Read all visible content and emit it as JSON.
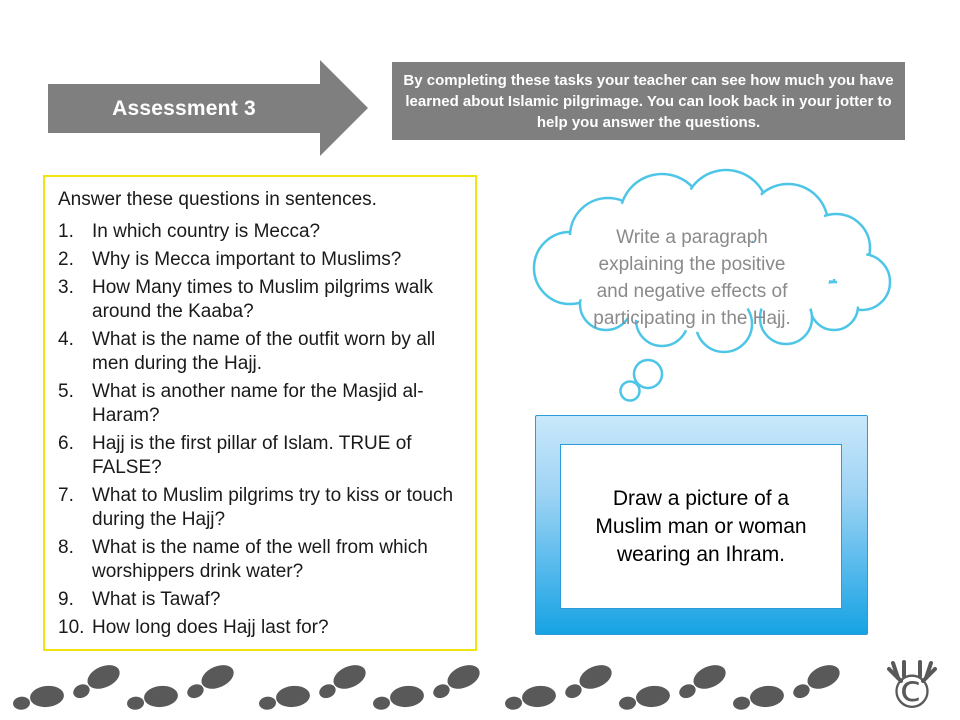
{
  "header": {
    "arrow_label": "Assessment 3",
    "instructions": "By completing these tasks your teacher can see how much you have learned about Islamic pilgrimage. You can look back in your jotter to help you answer the questions."
  },
  "questions": {
    "intro": "Answer these questions in sentences.",
    "items": [
      {
        "num": "1.",
        "text": "In which country is Mecca?"
      },
      {
        "num": "2.",
        "text": "Why is Mecca important to Muslims?"
      },
      {
        "num": "3.",
        "text": "How Many times to Muslim pilgrims walk around the Kaaba?"
      },
      {
        "num": "4.",
        "text": "What is the name of the outfit worn by all men during the Hajj."
      },
      {
        "num": "5.",
        "text": "What is another name for the Masjid al-Haram?"
      },
      {
        "num": "6.",
        "text": "Hajj is the first pillar of Islam. TRUE of FALSE?"
      },
      {
        "num": "7.",
        "text": "What to Muslim pilgrims try to kiss or touch during the Hajj?"
      },
      {
        "num": "8.",
        "text": "What is the name of the well from which worshippers drink water?"
      },
      {
        "num": "9.",
        "text": "What is Tawaf?"
      },
      {
        "num": "10.",
        "text": "How long does Hajj last for?"
      }
    ]
  },
  "thought_bubble": {
    "lines": [
      "Write a paragraph",
      "explaining the positive",
      "and negative effects of",
      "participating in the Hajj."
    ]
  },
  "draw_box": {
    "lines": [
      "Draw a picture of a",
      "Muslim man or woman",
      "wearing an Ihram."
    ]
  },
  "footer": {
    "copyright_symbol": "©"
  },
  "colors": {
    "shape_gray": "#7f7f7f",
    "footprint_gray": "#595959",
    "question_border_yellow": "#f0e410",
    "cloud_outline_blue": "#4cc5e6",
    "cloud_text_gray": "#8a8a8a",
    "draw_box_blue_top": "#c9e8fb",
    "draw_box_blue_bottom": "#17a3e3",
    "draw_box_border": "#2b9cd8"
  }
}
